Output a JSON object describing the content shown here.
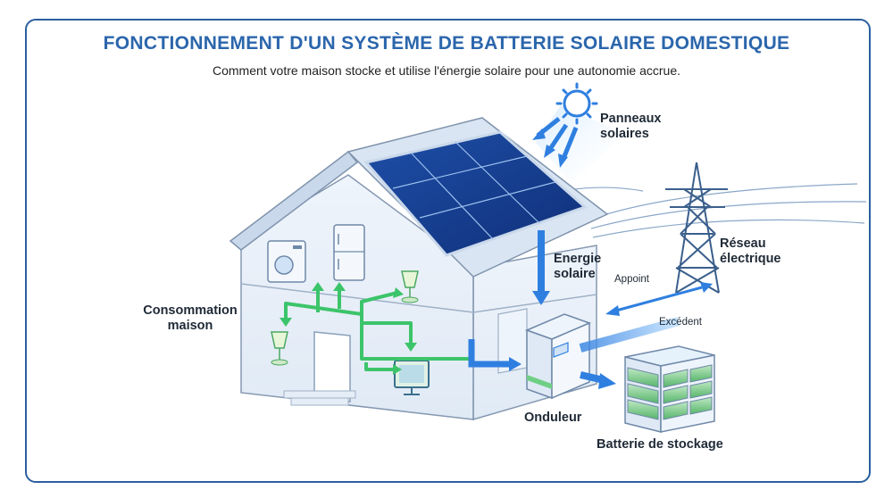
{
  "title": "FONCTIONNEMENT D'UN SYSTÈME DE BATTERIE SOLAIRE DOMESTIQUE",
  "subtitle": "Comment votre maison stocke et utilise l'énergie solaire pour une autonomie accrue.",
  "labels": {
    "panels_line1": "Panneaux",
    "panels_line2": "solaires",
    "solar_energy_line1": "Energie",
    "solar_energy_line2": "solaire",
    "grid_line1": "Réseau",
    "grid_line2": "électrique",
    "backup": "Appoint",
    "surplus": "Excédent",
    "home_line1": "Consommation",
    "home_line2": "maison",
    "inverter": "Onduleur",
    "battery": "Batterie de stockage"
  },
  "colors": {
    "frame": "#2a5f9e",
    "title": "#2b66ac",
    "solar_flow": "#2f7fe0",
    "home_flow": "#3cc46a",
    "house_outline": "#7f93ad"
  }
}
